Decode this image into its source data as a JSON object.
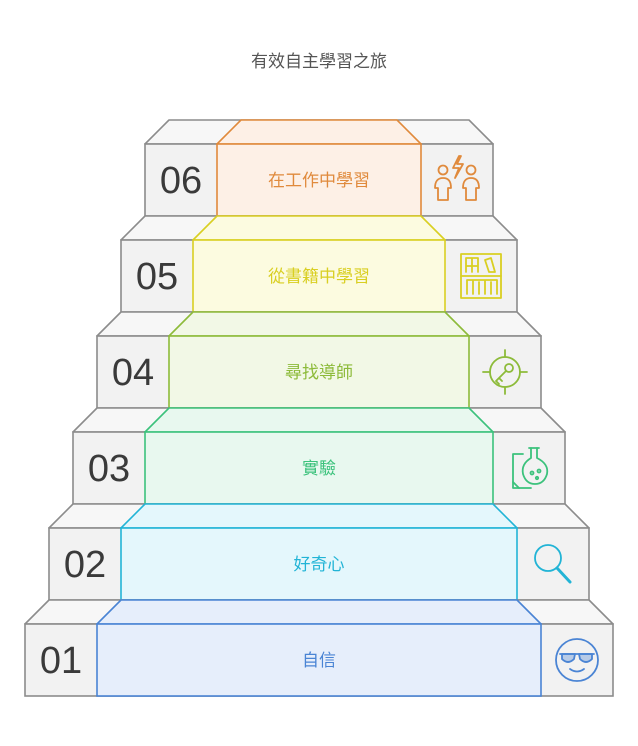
{
  "title": "有效自主學習之旅",
  "steps": [
    {
      "number": "01",
      "label": "自信",
      "icon": "sunglasses-face-icon",
      "color": "#4a84d4",
      "fill": "#e6eefb"
    },
    {
      "number": "02",
      "label": "好奇心",
      "icon": "magnifying-glass-icon",
      "color": "#22b4d6",
      "fill": "#e4f7fc"
    },
    {
      "number": "03",
      "label": "實驗",
      "icon": "flask-clipboard-icon",
      "color": "#3cc27c",
      "fill": "#e8f8ef"
    },
    {
      "number": "04",
      "label": "尋找導師",
      "icon": "target-key-icon",
      "color": "#8dbb3a",
      "fill": "#f2f8e6"
    },
    {
      "number": "05",
      "label": "從書籍中學習",
      "icon": "bookshelf-icon",
      "color": "#d9cf22",
      "fill": "#fcfbe0"
    },
    {
      "number": "06",
      "label": "在工作中學習",
      "icon": "people-idea-icon",
      "color": "#e08a3c",
      "fill": "#fdf0e6"
    }
  ]
}
